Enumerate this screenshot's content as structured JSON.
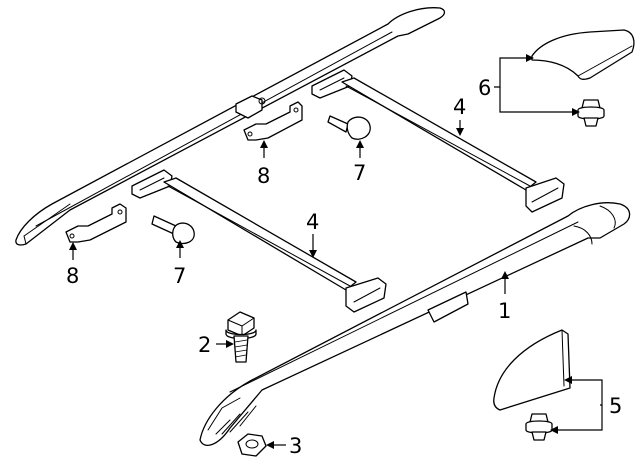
{
  "callouts": [
    {
      "id": "roof-rail-right",
      "label": "1"
    },
    {
      "id": "bolt",
      "label": "2"
    },
    {
      "id": "nut",
      "label": "3"
    },
    {
      "id": "crossbar-rear",
      "label": "4"
    },
    {
      "id": "crossbar-front",
      "label": "4"
    },
    {
      "id": "end-cap-front",
      "label": "5"
    },
    {
      "id": "end-cap-rear",
      "label": "6"
    },
    {
      "id": "bumper-rear",
      "label": "7"
    },
    {
      "id": "bumper-front",
      "label": "7"
    },
    {
      "id": "bracket-rear",
      "label": "8"
    },
    {
      "id": "bracket-front",
      "label": "8"
    }
  ],
  "colors": {
    "line": "#000000",
    "background": "#ffffff"
  }
}
